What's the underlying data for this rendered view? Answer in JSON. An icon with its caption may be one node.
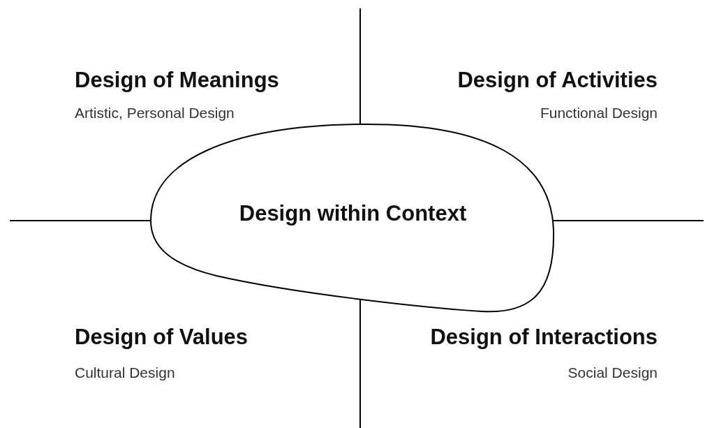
{
  "diagram": {
    "nodes": [
      {
        "text": [
          "Design within Context"
        ]
      }
    ],
    "labels": [
      "Design of Meanings",
      "Artistic, Personal Design",
      "Design of Activities",
      "Functional Design",
      "Design of Values",
      "Cultural Design",
      "Design of Interactions",
      "Social Design"
    ]
  }
}
